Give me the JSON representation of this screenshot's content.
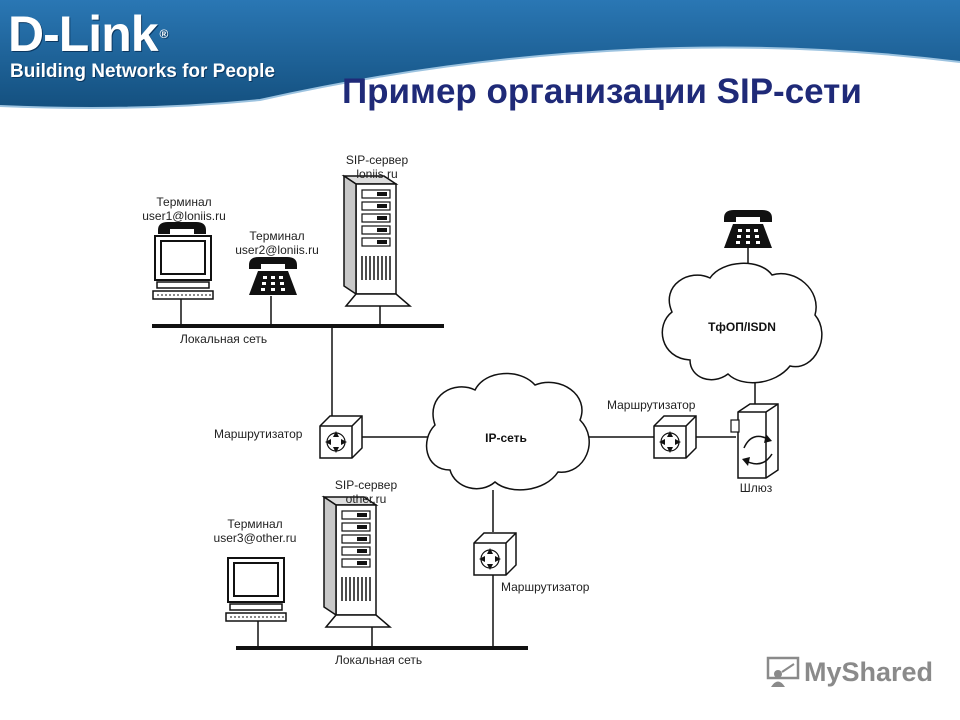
{
  "header": {
    "logo_main": "D-Link",
    "logo_reg": "®",
    "logo_tagline": "Building Networks for People",
    "title": "Пример организации SIP-сети",
    "banner_color": "#1b5e96"
  },
  "diagram": {
    "sip_server_1": {
      "line1": "SIP-сервер",
      "line2": "loniis.ru"
    },
    "terminal_1": {
      "line1": "Терминал",
      "line2": "user1@loniis.ru"
    },
    "terminal_2": {
      "line1": "Терминал",
      "line2": "user2@loniis.ru"
    },
    "lan_1": "Локальная сеть",
    "router_left": "Маршрутизатор",
    "ip_network": "IP-сеть",
    "router_right": "Маршрутизатор",
    "pstn": "ТфОП/ISDN",
    "gateway": "Шлюз",
    "sip_server_2": {
      "line1": "SIP-сервер",
      "line2": "other.ru"
    },
    "terminal_3": {
      "line1": "Терминал",
      "line2": "user3@other.ru"
    },
    "router_bottom": "Маршрутизатор",
    "lan_2": "Локальная сеть"
  },
  "watermark": {
    "text": "MyShared"
  }
}
